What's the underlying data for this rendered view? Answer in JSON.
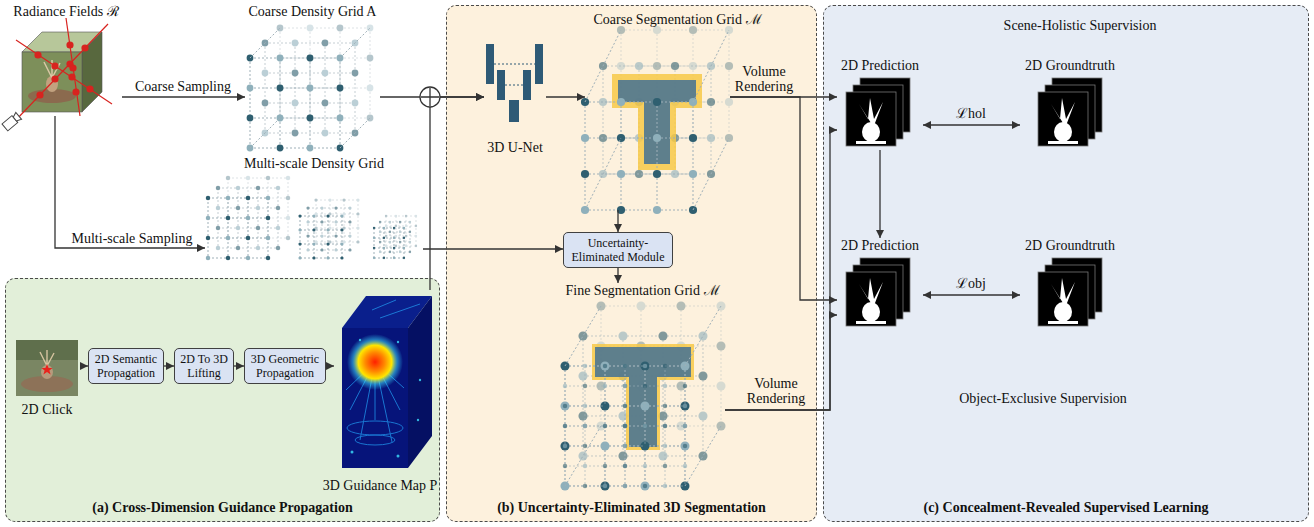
{
  "diagram": {
    "nodes": [
      {
        "text": [
          "Radiance Fields ℛ"
        ]
      },
      {
        "text": [
          "Coarse Density Grid A"
        ]
      },
      {
        "text": [
          "Multi-scale Density Grid"
        ]
      },
      {
        "text": [
          "(a) Cross-Dimension Guidance Propagation"
        ]
      },
      {
        "text": [
          "2D Click"
        ],
        "in": 3
      },
      {
        "text": [
          "2D Semantic Propagation"
        ],
        "in": 3
      },
      {
        "text": [
          "2D To 3D Lifting"
        ],
        "in": 3
      },
      {
        "text": [
          "3D Geometric Propagation"
        ],
        "in": 3
      },
      {
        "text": [
          "3D Guidance Map P"
        ],
        "in": 3
      },
      {
        "text": [
          "(b) Uncertainty-Eliminated 3D Segmentation"
        ]
      },
      {
        "text": [
          "3D U-Net"
        ],
        "in": 9
      },
      {
        "text": [
          "Coarse Segmentation Grid ℳ"
        ],
        "in": 9
      },
      {
        "text": [
          "Uncertainty-Eliminated Module"
        ],
        "in": 9
      },
      {
        "text": [
          "Fine Segmentation Grid ℳ"
        ],
        "in": 9
      },
      {
        "text": [
          "(c) Concealment-Revealed Supervised Learning"
        ]
      },
      {
        "text": [
          "2D Prediction"
        ],
        "in": 14
      },
      {
        "text": [
          "2D Groundtruth"
        ],
        "in": 14
      },
      {
        "text": [
          "2D Prediction"
        ],
        "in": 14
      },
      {
        "text": [
          "2D Groundtruth"
        ],
        "in": 14
      }
    ],
    "edges": [
      {
        "from": 0,
        "to": 1,
        "arrow": "to",
        "label": "Coarse Sampling"
      },
      {
        "from": 0,
        "to": 2,
        "arrow": "to",
        "label": "Multi-scale Sampling"
      },
      {
        "from": 1,
        "to": 10,
        "arrow": "to"
      },
      {
        "from": 8,
        "to": 10,
        "arrow": "to"
      },
      {
        "from": 2,
        "to": 12,
        "arrow": "to"
      },
      {
        "from": 4,
        "to": 5,
        "arrow": "to"
      },
      {
        "from": 5,
        "to": 6,
        "arrow": "to"
      },
      {
        "from": 6,
        "to": 7,
        "arrow": "to"
      },
      {
        "from": 7,
        "to": 8,
        "arrow": "to"
      },
      {
        "from": 10,
        "to": 11,
        "arrow": "to"
      },
      {
        "from": 11,
        "to": 12,
        "arrow": "to"
      },
      {
        "from": 12,
        "to": 13,
        "arrow": "to"
      },
      {
        "from": 11,
        "to": 15,
        "arrow": "to",
        "label": "Volume Rendering"
      },
      {
        "from": 11,
        "to": 17,
        "arrow": "to"
      },
      {
        "from": 13,
        "to": 15,
        "arrow": "to",
        "label": "Volume Rendering"
      },
      {
        "from": 13,
        "to": 17,
        "arrow": "to"
      },
      {
        "from": 15,
        "to": 16,
        "arrow": "both",
        "label": "ℒhol"
      },
      {
        "from": 15,
        "to": 17,
        "arrow": "to"
      },
      {
        "from": 17,
        "to": 18,
        "arrow": "both",
        "label": "ℒobj"
      }
    ],
    "labels": [
      "Scene-Holistic Supervision",
      "Object-Exclusive Supervision"
    ]
  }
}
